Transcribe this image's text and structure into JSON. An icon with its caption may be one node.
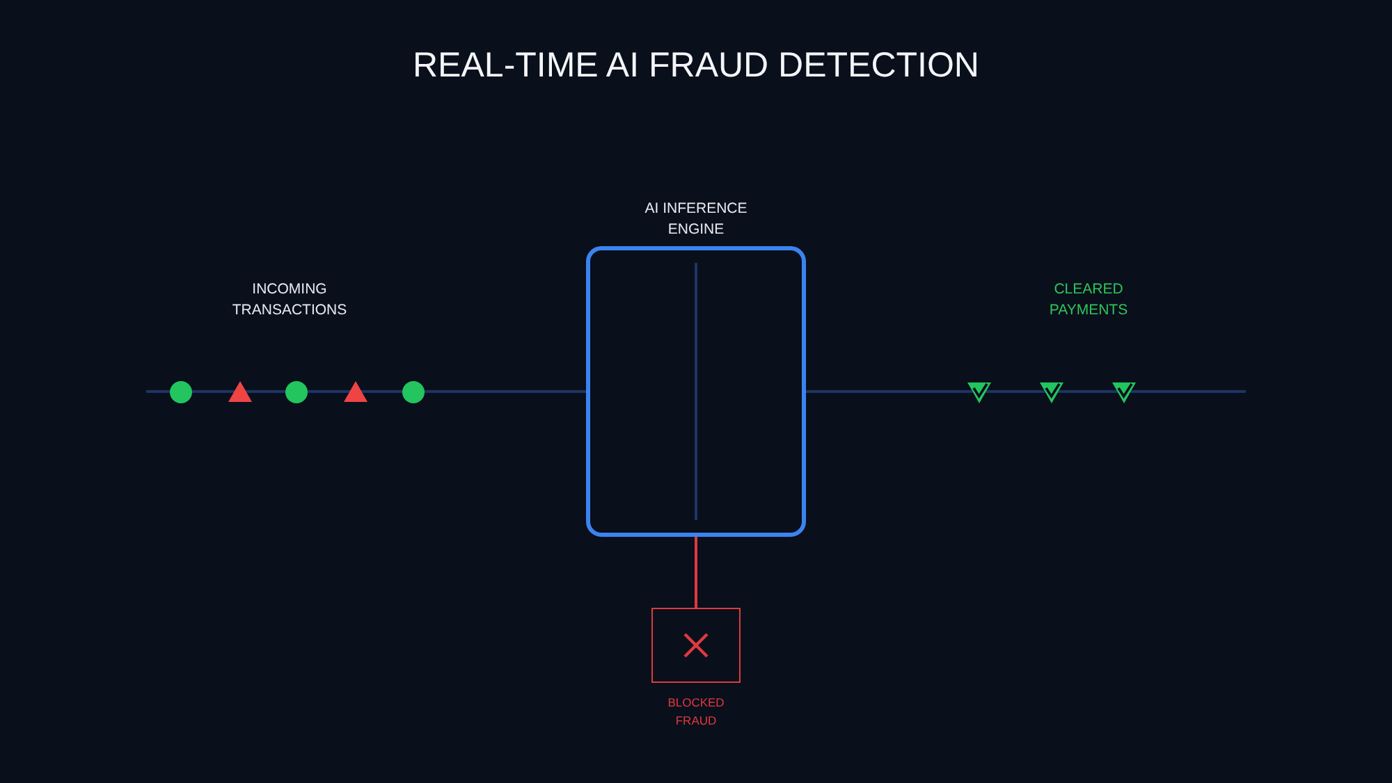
{
  "diagram": {
    "title": "REAL-TIME AI FRAUD DETECTION",
    "nodes": [
      {
        "text": [
          "AI INFERENCE ENGINE"
        ]
      },
      {
        "text": [
          "BLOCKED FRAUD"
        ]
      }
    ],
    "edges": [
      {
        "from": null,
        "to": 0,
        "arrow": "none"
      },
      {
        "from": 0,
        "to": null,
        "arrow": "none"
      },
      {
        "from": 0,
        "to": 1,
        "arrow": "none",
        "color": "#e0393e"
      }
    ],
    "labels": [
      "INCOMING TRANSACTIONS",
      "CLEARED PAYMENTS"
    ]
  }
}
